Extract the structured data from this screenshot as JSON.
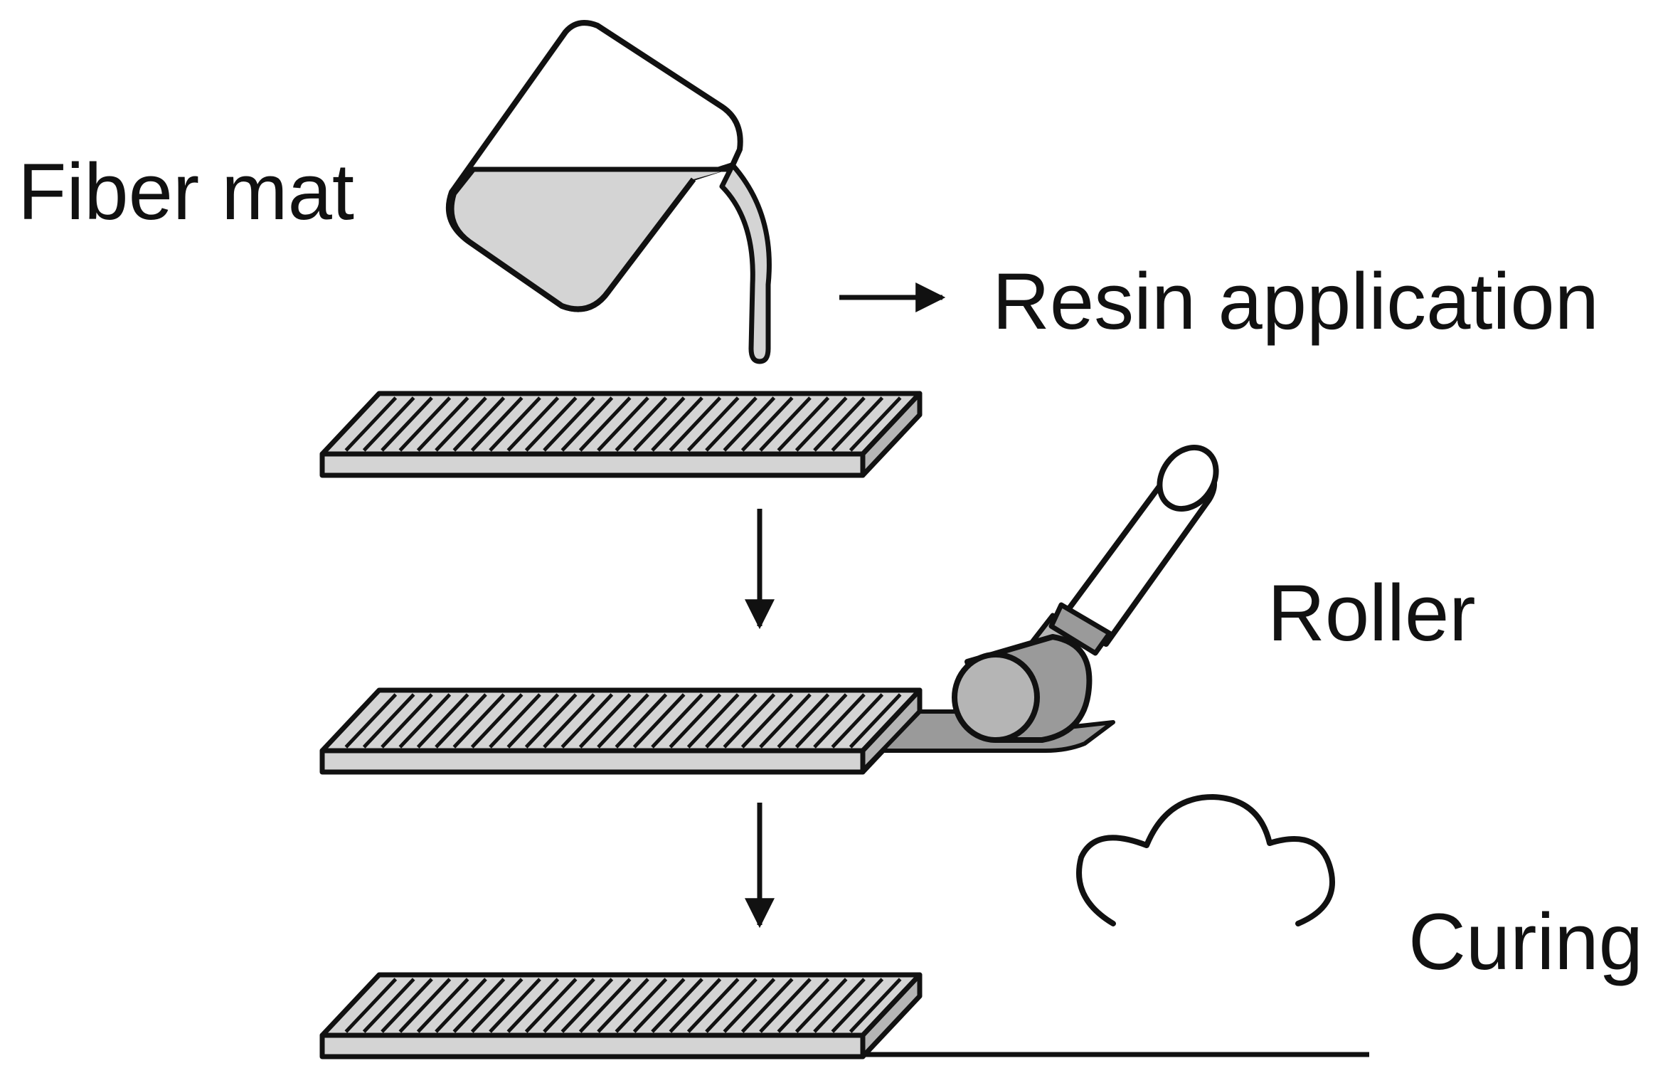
{
  "labels": {
    "fiber_mat": "Fiber mat",
    "resin_application": "Resin application",
    "roller": "Roller",
    "curing": "Curing"
  },
  "icons": {
    "jug": "pouring-jug-icon",
    "roller": "hand-roller-icon",
    "cloud": "cloud-icon"
  },
  "colors": {
    "stroke": "#111111",
    "fill_light": "#d4d4d4",
    "fill_mid": "#b5b5b5",
    "fill_dark": "#9a9a9a",
    "background": "#ffffff"
  }
}
